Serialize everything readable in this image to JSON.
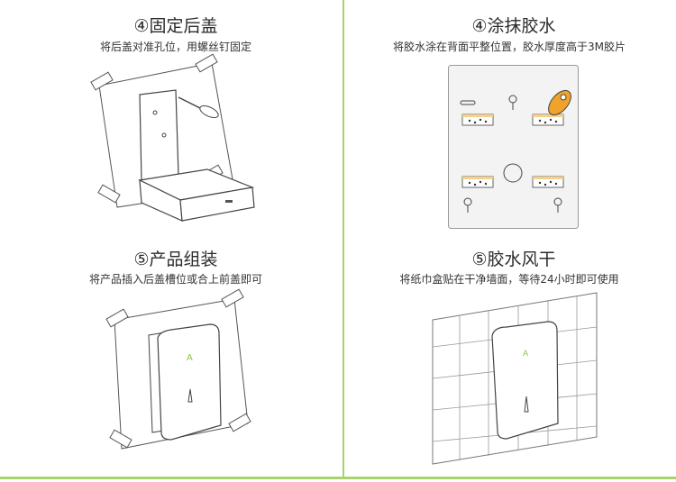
{
  "steps": [
    {
      "title": "④固定后盖",
      "desc": "将后盖对准孔位，用螺丝钉固定"
    },
    {
      "title": "④涂抹胶水",
      "desc": "将胶水涂在背面平整位置，胶水厚度高于3M胶片"
    },
    {
      "title": "⑤产品组装",
      "desc": "将产品插入后盖槽位或合上前盖即可"
    },
    {
      "title": "⑤胶水风干",
      "desc": "将纸巾盒贴在干净墙面，等待24小时即可使用"
    }
  ],
  "accent_color": "#a9d36a",
  "icons": [
    "screwdriver-icon",
    "glue-bottle-icon",
    "brand-logo-icon"
  ]
}
